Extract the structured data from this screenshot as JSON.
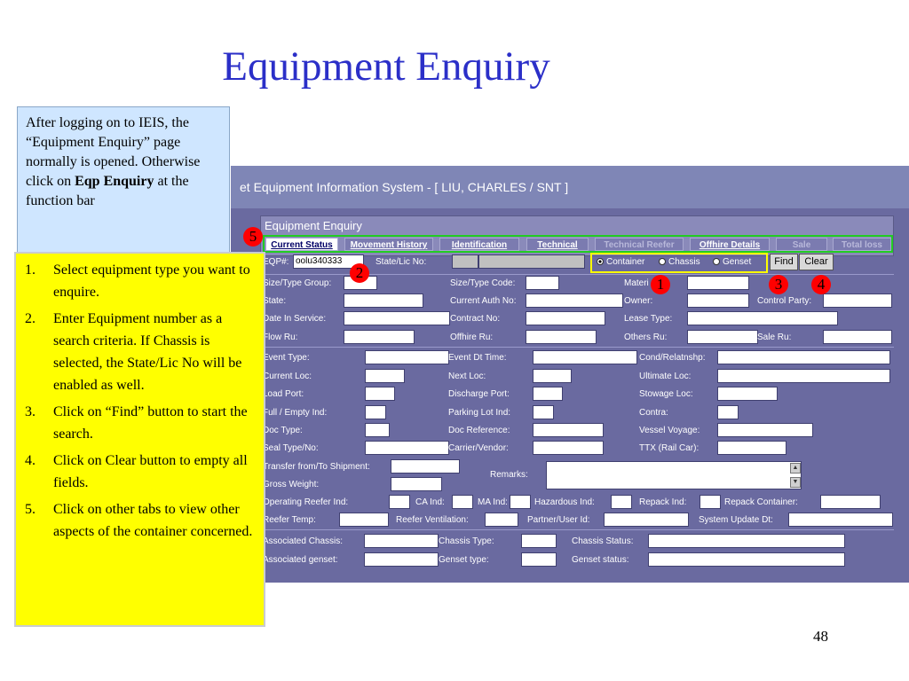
{
  "slide": {
    "title": "Equipment Enquiry",
    "page_number": "48"
  },
  "intro": {
    "text": "After logging on to IEIS, the “Equipment Enquiry” page normally is opened. Otherwise click on ",
    "bold": "Eqp Enquiry",
    "tail": " at the function bar"
  },
  "steps": [
    {
      "num": "1.",
      "text": "Select equipment type you want to enquire."
    },
    {
      "num": "2.",
      "text": "Enter Equipment number as a search criteria.  If Chassis is selected, the State/Lic No will be enabled as well."
    },
    {
      "num": "3.",
      "text": "Click on “Find” button to start the search."
    },
    {
      "num": "4.",
      "text": "Click on Clear button to empty all fields."
    },
    {
      "num": "5.",
      "text": "Click on other tabs to view other aspects of the container concerned."
    }
  ],
  "app": {
    "window_title": "et Equipment Information System - [ LIU, CHARLES / SNT ]",
    "panel_title": "Equipment Enquiry",
    "tabs": [
      {
        "label": "Current Status",
        "state": "active"
      },
      {
        "label": "Movement History",
        "state": "enabled"
      },
      {
        "label": "Identification",
        "state": "enabled"
      },
      {
        "label": "Technical",
        "state": "enabled"
      },
      {
        "label": "Technical Reefer",
        "state": "disabled"
      },
      {
        "label": "Offhire Details",
        "state": "enabled"
      },
      {
        "label": "Sale",
        "state": "disabled"
      },
      {
        "label": "Total loss",
        "state": "disabled"
      }
    ],
    "search": {
      "eqp_label": "EQP#:",
      "eqp_value": "oolu340333",
      "state_lic_label": "State/Lic No:",
      "radio_container": "Container",
      "radio_chassis": "Chassis",
      "radio_genset": "Genset",
      "find": "Find",
      "clear": "Clear"
    },
    "labels": {
      "size_type_group": "Size/Type Group:",
      "state": "State:",
      "date_in_service": "Date In Service:",
      "flow_ru": "Flow Ru:",
      "size_type_code": "Size/Type Code:",
      "current_auth_no": "Current Auth No:",
      "contract_no": "Contract No:",
      "offhire_ru": "Offhire Ru:",
      "material": "Materi",
      "owner": "Owner:",
      "lease_type": "Lease Type:",
      "others_ru": "Others Ru:",
      "control_party": "Control Party:",
      "sale_ru": "Sale Ru:",
      "event_type": "Event Type:",
      "current_loc": "Current Loc:",
      "load_port": "Load Port:",
      "full_empty_ind": "Full / Empty Ind:",
      "doc_type": "Doc Type:",
      "seal_type_no": "Seal Type/No:",
      "transfer_shipment": "Transfer from/To Shipment:",
      "gross_weight": "Gross Weight:",
      "event_dt_time": "Event Dt Time:",
      "next_loc": "Next Loc:",
      "discharge_port": "Discharge Port:",
      "parking_lot_ind": "Parking Lot Ind:",
      "doc_reference": "Doc Reference:",
      "carrier_vendor": "Carrier/Vendor:",
      "remarks": "Remarks:",
      "cond_relatnshp": "Cond/Relatnshp:",
      "ultimate_loc": "Ultimate Loc:",
      "stowage_loc": "Stowage Loc:",
      "contra": "Contra:",
      "vessel_voyage": "Vessel Voyage:",
      "ttx_rail_car": "TTX (Rail Car):",
      "operating_reefer_ind": "Operating Reefer Ind:",
      "ca_ind": "CA Ind:",
      "ma_ind": "MA Ind:",
      "hazardous_ind": "Hazardous Ind:",
      "repack_ind": "Repack Ind:",
      "repack_container": "Repack Container:",
      "reefer_temp": "Reefer Temp:",
      "reefer_ventilation": "Reefer Ventilation:",
      "partner_user_id": "Partner/User Id:",
      "system_update_dt": "System Update Dt:",
      "associated_chassis": "Associated Chassis:",
      "associated_genset": "Associated genset:",
      "chassis_type": "Chassis Type:",
      "genset_type": "Genset type:",
      "chassis_status": "Chassis Status:",
      "genset_status": "Genset status:"
    }
  },
  "markers": [
    "1",
    "2",
    "3",
    "4",
    "5"
  ],
  "colors": {
    "title_blue": "#2b2fc8",
    "marker_red": "#ff0000",
    "highlight_green": "#22cc22",
    "highlight_yellow": "#ffff00",
    "note_yellow": "#ffff00",
    "app_background": "#6a6aa0"
  }
}
